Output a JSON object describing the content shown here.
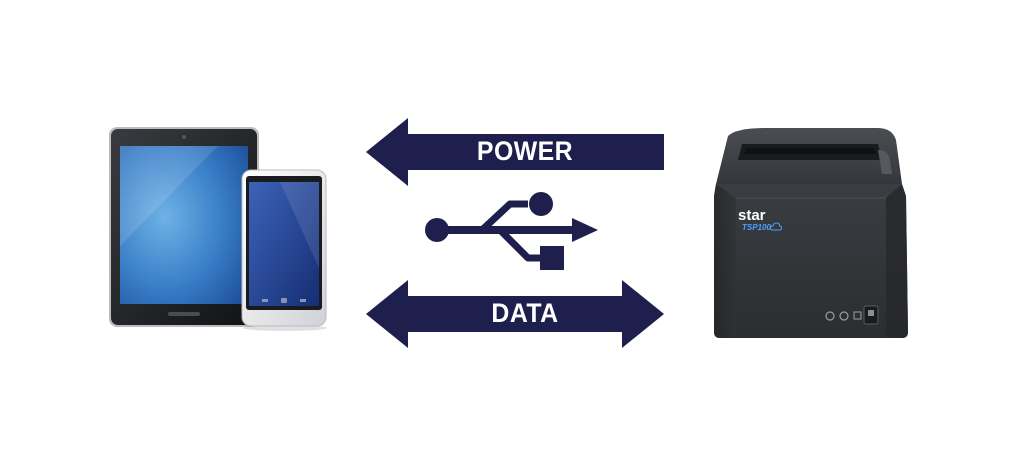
{
  "colors": {
    "arrow": "#1f1f4e",
    "usb": "#1f1f4e",
    "printer_body": "#2f3235",
    "tablet_frame": "#1c1d20",
    "phone_frame": "#e9eaec"
  },
  "arrows": {
    "power": {
      "label": "POWER",
      "direction": "left"
    },
    "data": {
      "label": "DATA",
      "direction": "both"
    }
  },
  "usb": {
    "icon": "usb-icon"
  },
  "devices": {
    "tablet": {
      "icon": "tablet-icon"
    },
    "phone": {
      "icon": "smartphone-icon"
    }
  },
  "printer": {
    "icon": "receipt-printer-icon",
    "brand": "star",
    "model": "TSP100"
  }
}
